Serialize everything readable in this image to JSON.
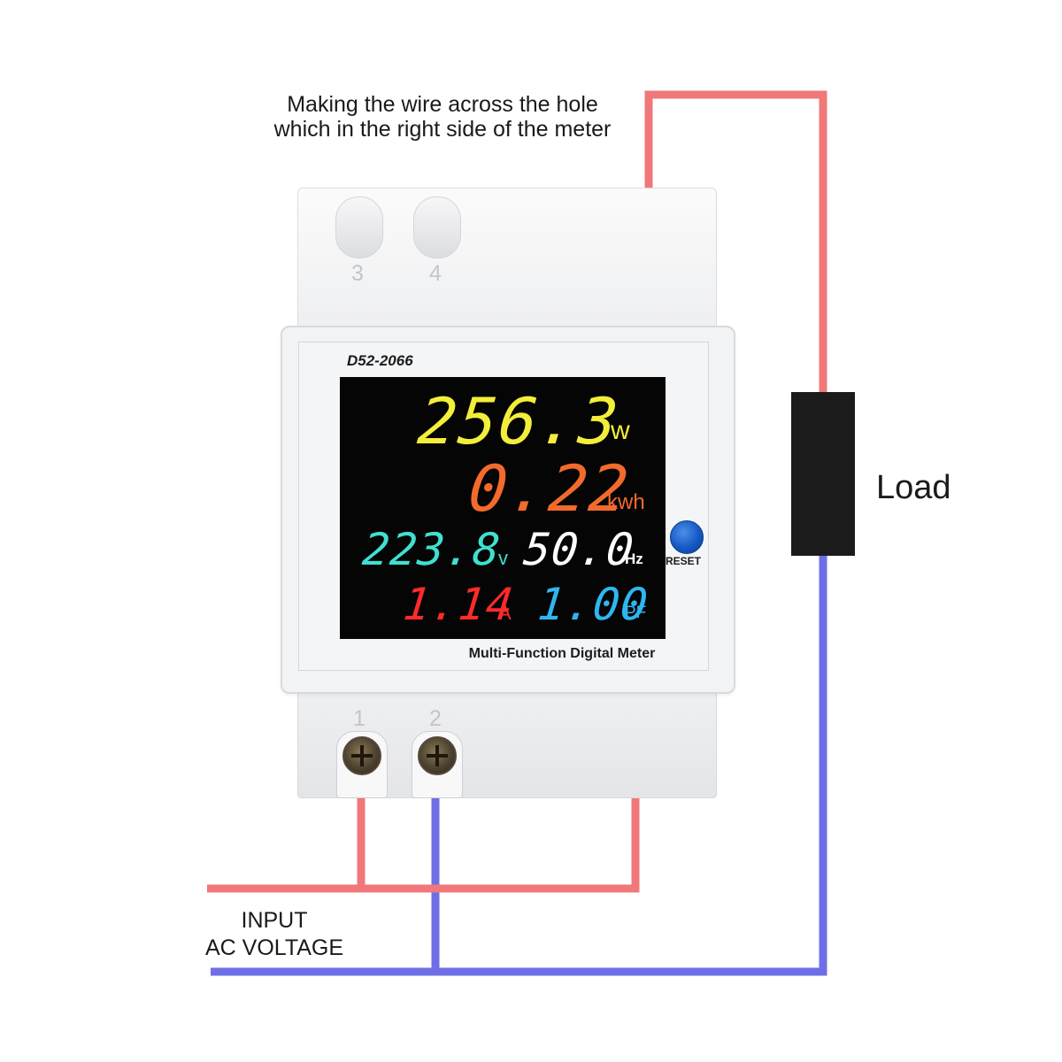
{
  "caption": {
    "line1": "Making the wire across the hole",
    "line2": "which in the right side of the meter"
  },
  "load": {
    "label": "Load"
  },
  "input": {
    "line1": "INPUT",
    "line2": "AC VOLTAGE"
  },
  "meter": {
    "model": "D52-2066",
    "panel_name": "Multi-Function Digital Meter",
    "reset_label": "RESET",
    "top_terminals": [
      "3",
      "4"
    ],
    "bottom_terminals": [
      "1",
      "2"
    ],
    "readings": {
      "power": {
        "value": "256.3",
        "unit": "w",
        "color": "#f2ee3a"
      },
      "energy": {
        "value": "0.22",
        "unit": "kwh",
        "color": "#f26a2c"
      },
      "voltage": {
        "value": "223.8",
        "unit": "v",
        "color": "#3fe0d0"
      },
      "frequency": {
        "value": "50.0",
        "unit": "Hz",
        "color": "#ffffff"
      },
      "current": {
        "value": "1.14",
        "unit": "A",
        "color": "#ff2a2a"
      },
      "power_factor": {
        "value": "1.00",
        "unit": "PF",
        "color": "#2fb6f0"
      }
    }
  },
  "colors": {
    "live_wire": "#f0787a",
    "neutral_wire": "#6e6ee6",
    "load_block": "#1b1b1b",
    "reset_button": "#1459c4"
  }
}
